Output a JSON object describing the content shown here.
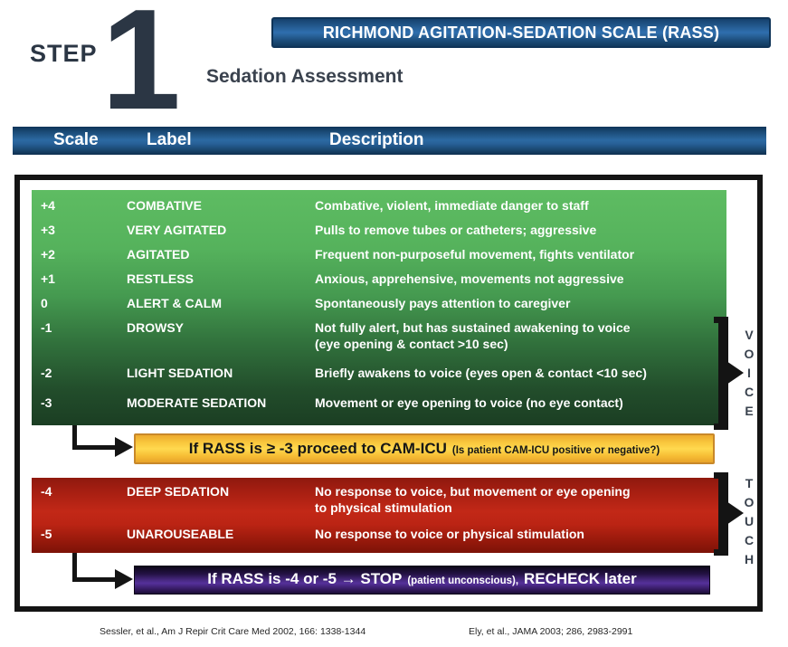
{
  "header": {
    "step_label": "STEP",
    "step_number": "1",
    "banner_title": "RICHMOND AGITATION-SEDATION SCALE (RASS)",
    "subtitle": "Sedation Assessment"
  },
  "columns": {
    "scale": "Scale",
    "label": "Label",
    "description": "Description"
  },
  "green_rows": [
    {
      "scale": "+4",
      "label": "COMBATIVE",
      "description": "Combative, violent, immediate danger to staff"
    },
    {
      "scale": "+3",
      "label": "VERY AGITATED",
      "description": "Pulls to remove tubes or catheters; aggressive"
    },
    {
      "scale": "+2",
      "label": "AGITATED",
      "description": "Frequent non-purposeful movement, fights ventilator"
    },
    {
      "scale": "+1",
      "label": "RESTLESS",
      "description": "Anxious, apprehensive, movements not aggressive"
    },
    {
      "scale": "0",
      "label": "ALERT & CALM",
      "description": "Spontaneously pays attention to caregiver"
    },
    {
      "scale": "-1",
      "label": "DROWSY",
      "description": "Not fully alert, but has sustained awakening to voice\n(eye opening & contact >10 sec)"
    },
    {
      "scale": "-2",
      "label": "LIGHT SEDATION",
      "description": "Briefly awakens to voice (eyes open & contact <10 sec)"
    },
    {
      "scale": "-3",
      "label": "MODERATE SEDATION",
      "description": "Movement or eye opening to voice (no eye contact)"
    }
  ],
  "red_rows": [
    {
      "scale": "-4",
      "label": "DEEP SEDATION",
      "description": "No response to voice, but movement or eye opening\nto physical stimulation"
    },
    {
      "scale": "-5",
      "label": "UNAROUSEABLE",
      "description": "No response to voice or physical stimulation"
    }
  ],
  "side_labels": {
    "voice": "VOICE",
    "touch": "TOUCH"
  },
  "yellow_banner": {
    "main": "If RASS is ≥ -3 proceed to CAM-ICU",
    "sub": "(Is patient CAM-ICU positive or negative?)"
  },
  "purple_banner": {
    "main": "If RASS is -4 or -5 → STOP",
    "sub": "(patient unconscious),",
    "tail": "RECHECK later"
  },
  "citations": {
    "left": "Sessler, et al., Am J Repir Crit Care Med 2002, 166: 1338-1344",
    "right": "Ely, et al., JAMA 2003; 286, 2983-2991"
  },
  "colors": {
    "header_blue": "#2c6aa3",
    "green_top": "#5ebc62",
    "green_bottom": "#1b3e23",
    "red_mid": "#c22817",
    "yellow": "#ffd94f",
    "purple": "#55309a",
    "ink": "#141414",
    "charcoal": "#2b3644"
  }
}
